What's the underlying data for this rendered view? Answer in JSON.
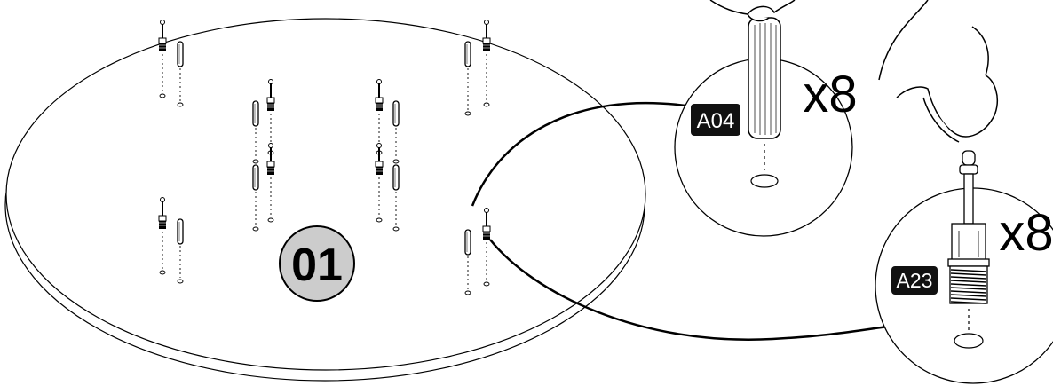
{
  "step": {
    "number": "01"
  },
  "callouts": [
    {
      "part_code": "A04",
      "quantity": "x8",
      "part_name": "wooden-dowel"
    },
    {
      "part_code": "A23",
      "quantity": "x8",
      "part_name": "threaded-insert"
    }
  ],
  "colors": {
    "line": "#000000",
    "badge_fill": "#cccccc",
    "label_bg": "#111111",
    "label_text": "#ffffff",
    "background": "#ffffff"
  },
  "icons": [
    "hand-icon",
    "dowel-icon",
    "insert-icon",
    "hole-icon"
  ]
}
